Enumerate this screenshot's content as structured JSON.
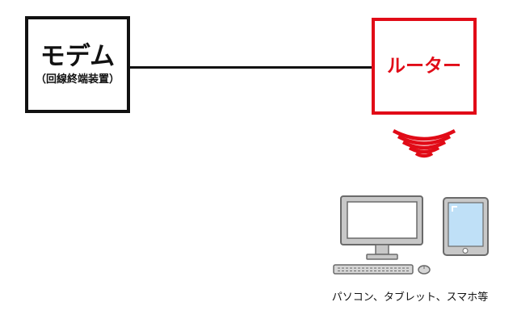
{
  "modem": {
    "title": "モデム",
    "subtitle": "（回線終端装置）"
  },
  "router": {
    "title": "ルーター"
  },
  "devices": {
    "caption": "パソコン、タブレット、スマホ等"
  },
  "colors": {
    "router_accent": "#e10b17",
    "modem_border": "#111111",
    "device_body": "#c8c8c8",
    "screen": "#bfe0f7"
  },
  "icons": [
    "wifi-signal-icon",
    "desktop-computer-icon",
    "tablet-icon",
    "keyboard-icon",
    "mouse-icon"
  ]
}
